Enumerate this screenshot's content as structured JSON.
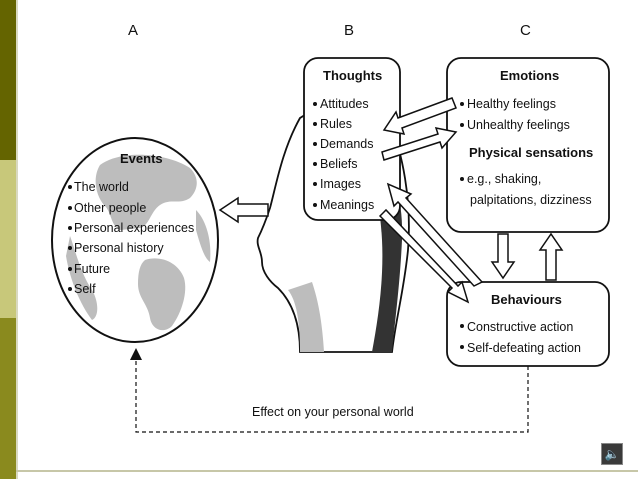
{
  "colors": {
    "sidebar_dark": "#646400",
    "sidebar_light": "#c8c87a",
    "sidebar_mid": "#8a8a1e",
    "outline": "#111111",
    "shade": "#bdbdbd"
  },
  "columns": {
    "a": "A",
    "b": "B",
    "c": "C"
  },
  "events": {
    "title": "Events",
    "items": [
      "The world",
      "Other people",
      "Personal experiences",
      "Personal history",
      "Future",
      "Self"
    ]
  },
  "thoughts": {
    "title": "Thoughts",
    "items": [
      "Attitudes",
      "Rules",
      "Demands",
      "Beliefs",
      "Images",
      "Meanings"
    ]
  },
  "emotions": {
    "title": "Emotions",
    "items": [
      "Healthy feelings",
      "Unhealthy feelings"
    ],
    "sub_title": "Physical sensations",
    "sub_lines": [
      "e.g., shaking,",
      "palpitations, dizziness"
    ]
  },
  "behaviours": {
    "title": "Behaviours",
    "items": [
      "Constructive action",
      "Self-defeating action"
    ]
  },
  "feedback_label": "Effect on your personal world",
  "icons": {
    "sound": "speaker-icon"
  }
}
